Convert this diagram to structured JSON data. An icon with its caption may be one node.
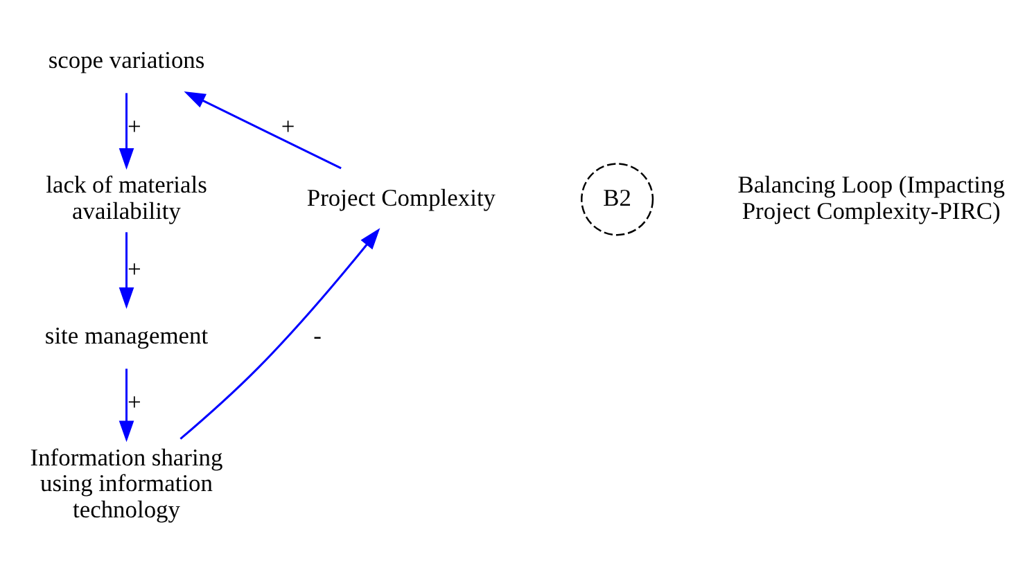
{
  "diagram": {
    "nodes": [
      {
        "text": [
          "scope variations"
        ]
      },
      {
        "text": [
          "lack of materials availability"
        ]
      },
      {
        "text": [
          "site management"
        ]
      },
      {
        "text": [
          "Information sharing using information technology"
        ]
      },
      {
        "text": [
          "Project Complexity"
        ]
      }
    ],
    "edges": [
      {
        "from": 4,
        "to": 0,
        "arrow": "to",
        "label": "+"
      },
      {
        "from": 0,
        "to": 1,
        "arrow": "to",
        "label": "+"
      },
      {
        "from": 1,
        "to": 2,
        "arrow": "to",
        "label": "+"
      },
      {
        "from": 2,
        "to": 3,
        "arrow": "to",
        "label": "+"
      },
      {
        "from": 3,
        "to": 4,
        "arrow": "to",
        "label": "-"
      }
    ],
    "labels": [
      "B2",
      "Balancing Loop (Impacting Project Complexity-PIRC)"
    ]
  }
}
